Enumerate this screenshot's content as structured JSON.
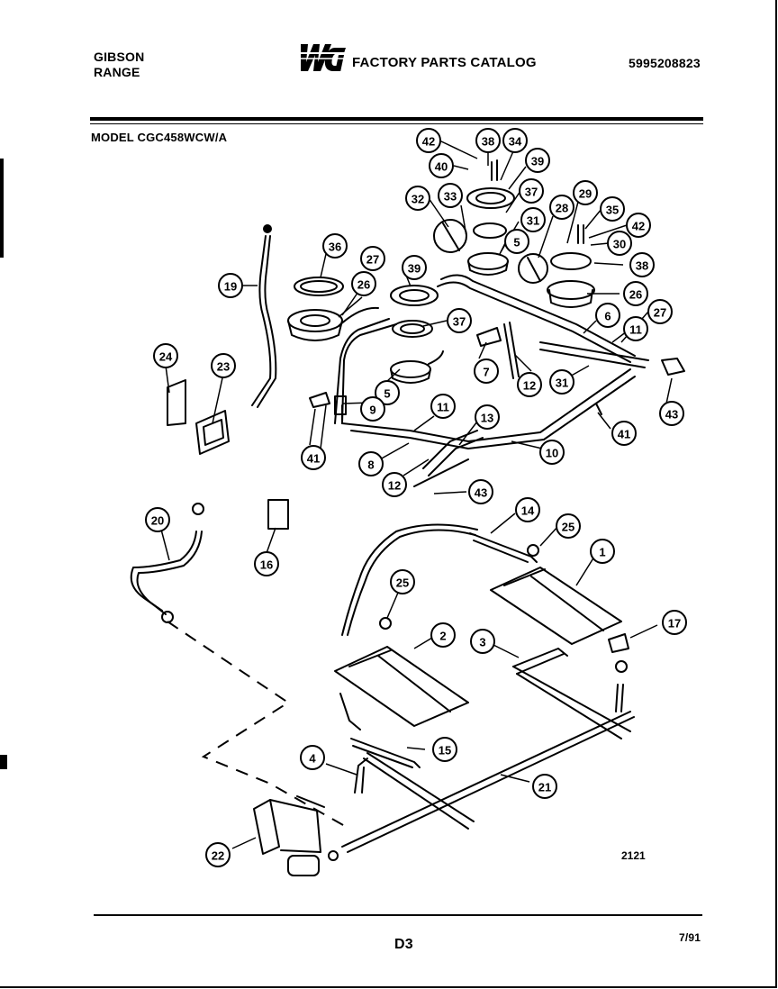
{
  "header": {
    "brand_line1": "GIBSON",
    "brand_line2": "RANGE",
    "catalog_title": "FACTORY PARTS CATALOG",
    "part_number": "5995208823",
    "model": "MODEL CGC458WCW/A"
  },
  "logo": {
    "icon": "wci-logo",
    "text": "WCI"
  },
  "diagram": {
    "drawing_number": "2121",
    "callouts": [
      "42",
      "38",
      "34",
      "40",
      "39",
      "32",
      "33",
      "37",
      "31",
      "5",
      "28",
      "29",
      "35",
      "42",
      "30",
      "36",
      "27",
      "26",
      "39",
      "38",
      "19",
      "37",
      "26",
      "6",
      "27",
      "11",
      "24",
      "23",
      "41",
      "7",
      "12",
      "31",
      "5",
      "9",
      "11",
      "13",
      "43",
      "41",
      "8",
      "10",
      "12",
      "43",
      "20",
      "16",
      "14",
      "25",
      "1",
      "25",
      "17",
      "2",
      "3",
      "15",
      "4",
      "21",
      "22"
    ]
  },
  "footer": {
    "page_id": "D3",
    "date": "7/91"
  }
}
